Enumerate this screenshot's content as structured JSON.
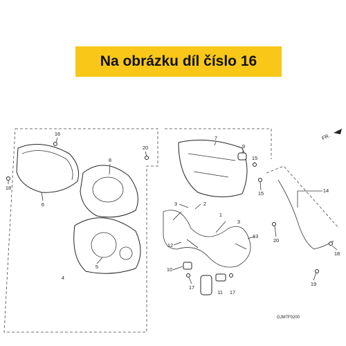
{
  "banner": {
    "text": "Na obrázku díl číslo 16",
    "color": "#f8c718"
  },
  "diagram": {
    "code": "GJM7F0200",
    "direction_marker": "FR.",
    "callouts": [
      "1",
      "2",
      "3",
      "3",
      "4",
      "5",
      "6",
      "7",
      "8",
      "9",
      "10",
      "11",
      "12",
      "13",
      "14",
      "15",
      "15",
      "16",
      "17",
      "17",
      "18",
      "18",
      "19",
      "20",
      "20"
    ]
  }
}
